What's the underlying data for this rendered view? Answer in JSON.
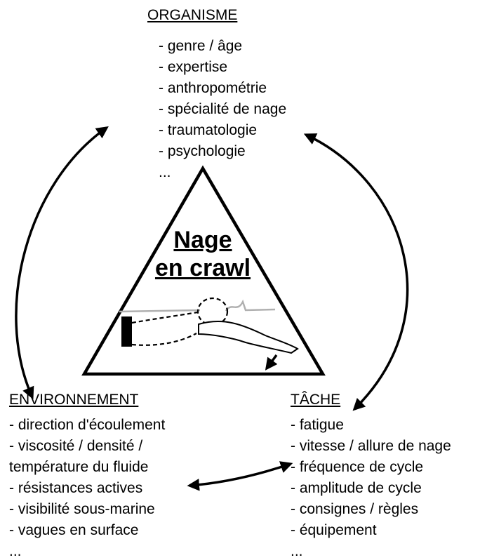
{
  "organisme": {
    "heading": "ORGANISME",
    "items": [
      "- genre / âge",
      "- expertise",
      "- anthropométrie",
      "- spécialité de nage",
      "- traumatologie",
      "- psychologie",
      "..."
    ]
  },
  "environnement": {
    "heading": "ENVIRONNEMENT",
    "items": [
      "- direction d'écoulement",
      "- viscosité / densité /",
      "température du fluide",
      "- résistances actives",
      "- visibilité sous-marine",
      "- vagues en surface",
      "..."
    ]
  },
  "tache": {
    "heading": "TÂCHE",
    "items": [
      "- fatigue",
      "- vitesse / allure de nage",
      "- fréquence de cycle",
      "- amplitude de cycle",
      "- consignes / règles",
      "- équipement",
      "..."
    ]
  },
  "center": {
    "line1": "Nage",
    "line2": "en crawl"
  },
  "colors": {
    "ink": "#000000",
    "water": "#b0b0b0",
    "background": "#ffffff"
  }
}
